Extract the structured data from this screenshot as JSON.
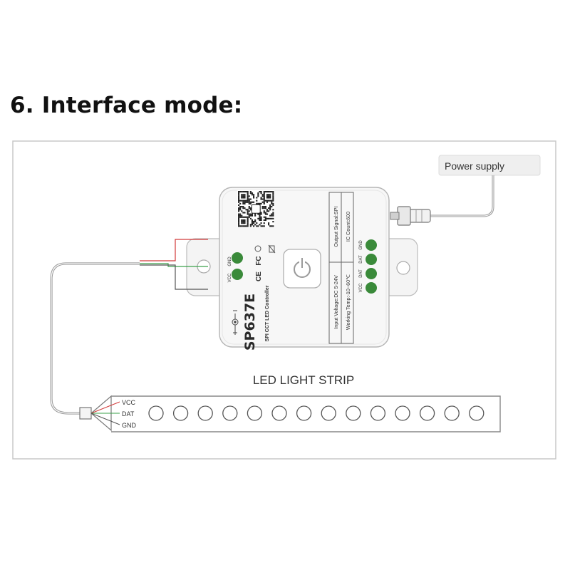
{
  "heading": "6. Interface mode:",
  "power_supply_label": "Power supply",
  "strip_label": "LED LIGHT STRIP",
  "controller": {
    "model": "SP637E",
    "subtitle": "SPI CCT LED Controller",
    "specs_left": [
      "Input Voltage:DC 5-24V",
      "Working Temp:-10~60℃"
    ],
    "specs_right": [
      "Output Signal:SPI",
      "IC Count:600"
    ],
    "left_terminals": [
      "GND",
      "VCC"
    ],
    "right_terminals": [
      "GND",
      "DAT",
      "DAT",
      "VCC"
    ],
    "cert_marks": [
      "CE",
      "FC"
    ]
  },
  "strip_pins": [
    "VCC",
    "DAT",
    "GND"
  ],
  "led_count": 14,
  "colors": {
    "frame": "#c8c8c8",
    "wire": "#9a9a9a",
    "terminal_green": "#3a8a3a",
    "wire_red": "#d23a3a",
    "wire_green": "#3aa04a"
  }
}
